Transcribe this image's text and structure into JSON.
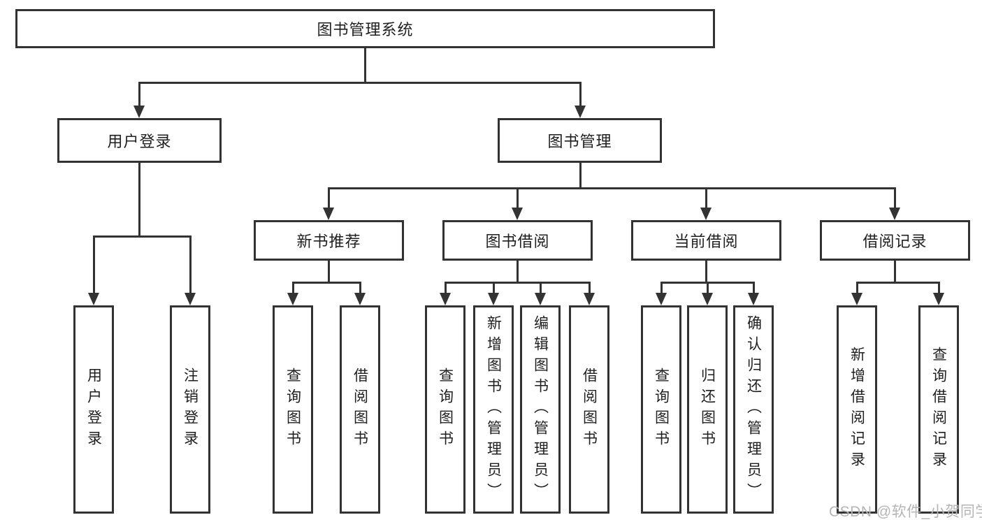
{
  "tree": {
    "root": {
      "label": "图书管理系统"
    },
    "branches": [
      {
        "label": "用户登录",
        "children": [
          {
            "label": "用户登录"
          },
          {
            "label": "注销登录"
          }
        ]
      },
      {
        "label": "图书管理",
        "children": [
          {
            "label": "新书推荐",
            "children": [
              {
                "label": "查询图书"
              },
              {
                "label": "借阅图书"
              }
            ]
          },
          {
            "label": "图书借阅",
            "children": [
              {
                "label": "查询图书"
              },
              {
                "label": "新增图书（管理员）"
              },
              {
                "label": "编辑图书（管理员）"
              },
              {
                "label": "借阅图书"
              }
            ]
          },
          {
            "label": "当前借阅",
            "children": [
              {
                "label": "查询图书"
              },
              {
                "label": "归还图书"
              },
              {
                "label": "确认归还（管理员）"
              }
            ]
          },
          {
            "label": "借阅记录",
            "children": [
              {
                "label": "新增借阅记录"
              },
              {
                "label": "查询借阅记录"
              }
            ]
          }
        ]
      }
    ]
  },
  "colors": {
    "line": "#333333",
    "text": "#1f1f1f",
    "watermark": "#b5b5b5",
    "background": "#ffffff"
  },
  "watermark": "CSDN @软件_小贺同学"
}
